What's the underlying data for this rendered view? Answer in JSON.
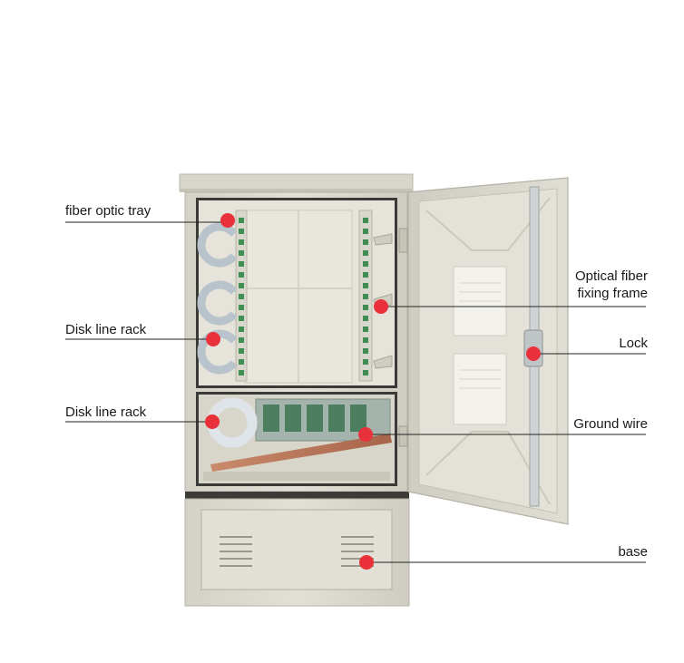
{
  "labels": {
    "fiber_optic_tray": "fiber optic tray",
    "disk_line_rack_top": "Disk line rack",
    "disk_line_rack_bottom": "Disk line rack",
    "optical_fiber_line1": "Optical fiber",
    "optical_fiber_line2": "fixing frame",
    "lock": "Lock",
    "ground_wire": "Ground wire",
    "base": "base"
  },
  "colors": {
    "cabinet": "#dcdad0",
    "cabinet_dark": "#c4c1b5",
    "interior": "#e8e6dc",
    "marker": "#e8313a",
    "leader_line": "#222222",
    "copper": "#b87353",
    "green_module": "#3f8f55"
  }
}
